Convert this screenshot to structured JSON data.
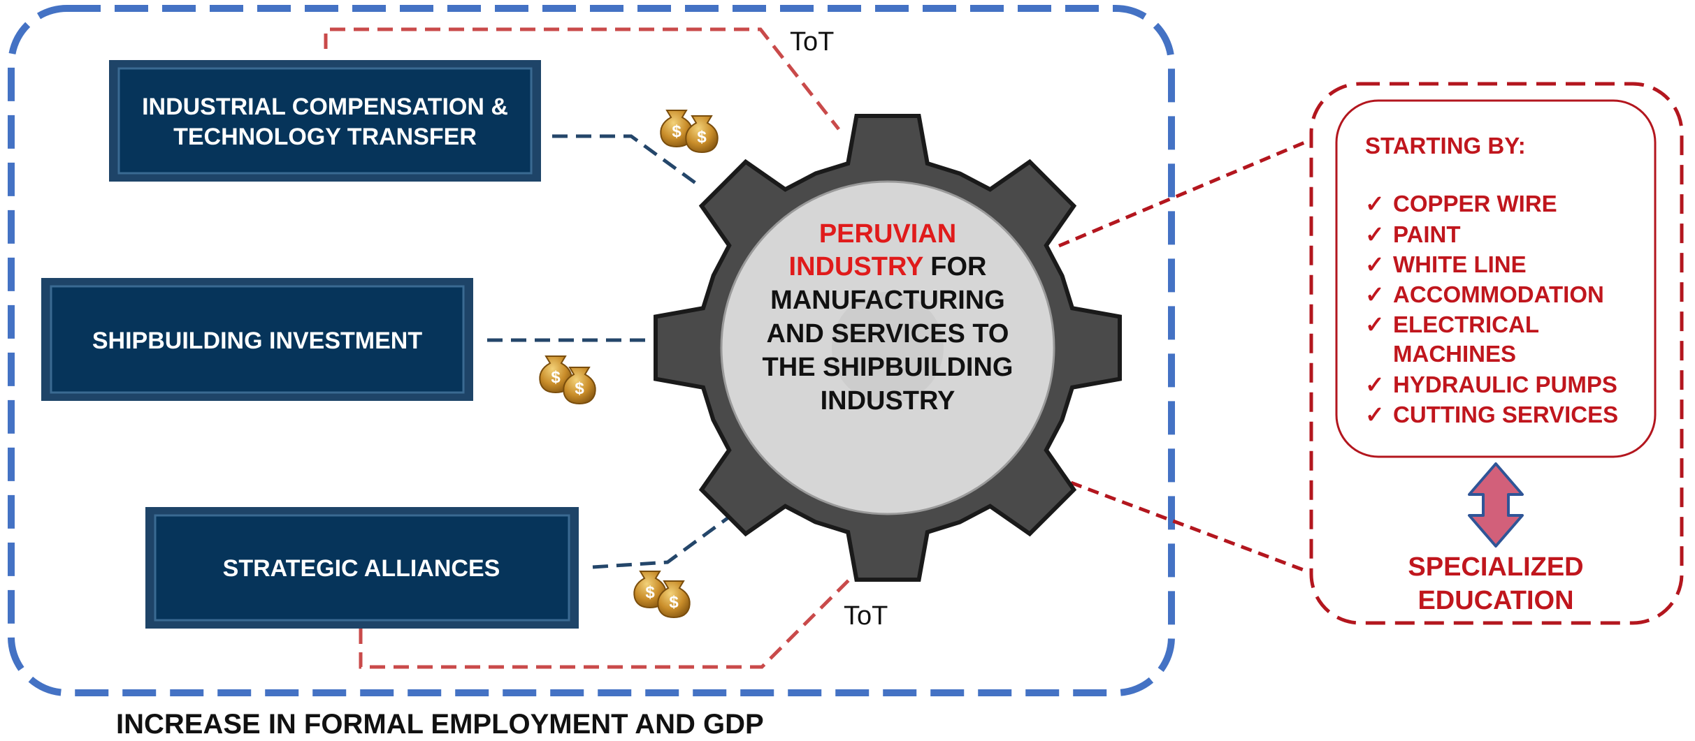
{
  "boxes": {
    "industrial": {
      "line1": "INDUSTRIAL COMPENSATION &",
      "line2": "TECHNOLOGY TRANSFER"
    },
    "shipbuilding": {
      "label": "SHIPBUILDING INVESTMENT"
    },
    "alliances": {
      "label": "STRATEGIC ALLIANCES"
    }
  },
  "center": {
    "red_line1": "PERUVIAN",
    "red_line2": "INDUSTRY",
    "line2_rest": " FOR",
    "line3": "MANUFACTURING",
    "line4": "AND SERVICES TO",
    "line5": "THE SHIPBUILDING",
    "line6": "INDUSTRY"
  },
  "tot_top": "ToT",
  "tot_bottom": "ToT",
  "side_panel": {
    "heading": "STARTING BY:",
    "check": "✓",
    "items": [
      "COPPER WIRE",
      "PAINT",
      "WHITE LINE",
      "ACCOMMODATION",
      "ELECTRICAL",
      "MACHINES",
      "HYDRAULIC PUMPS",
      "CUTTING SERVICES"
    ],
    "education_line1": "SPECIALIZED",
    "education_line2": "EDUCATION"
  },
  "bottom_title": "INCREASE IN FORMAL EMPLOYMENT AND GDP",
  "icons": {
    "money": "money-bag-icon",
    "arrow": "double-arrow-icon",
    "gear": "gear-icon"
  },
  "colors": {
    "outer_border": "#4472c4",
    "box_fill": "#06345a",
    "gear_dark": "#4a4a4a",
    "gear_center": "#d6d6d6",
    "red_dashed": "#b3161e",
    "tot_line": "#c94a4a",
    "arrow_fill": "#d2607a"
  }
}
